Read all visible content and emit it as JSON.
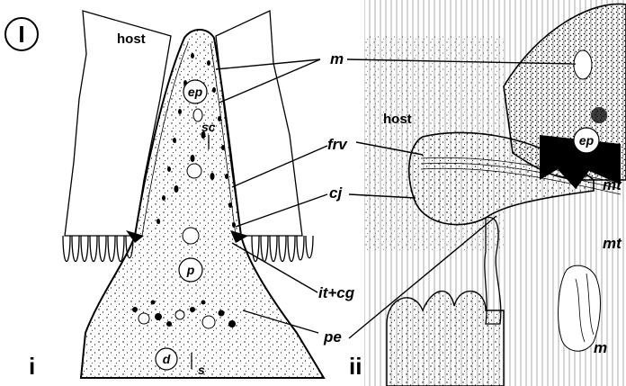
{
  "figure_label": "I",
  "panels": {
    "left": "i",
    "right": "ii"
  },
  "panel_i": {
    "host": "host",
    "ep": "ep",
    "sc": "sc",
    "p": "p",
    "d": "d",
    "s": "s"
  },
  "panel_ii": {
    "host": "host",
    "ep": "ep",
    "mt_upper": "mt",
    "mt_lower": "mt",
    "m": "m"
  },
  "callouts": {
    "m": "m",
    "frv": "frv",
    "cj": "cj",
    "it_cg": "it+cg",
    "pe": "pe"
  }
}
